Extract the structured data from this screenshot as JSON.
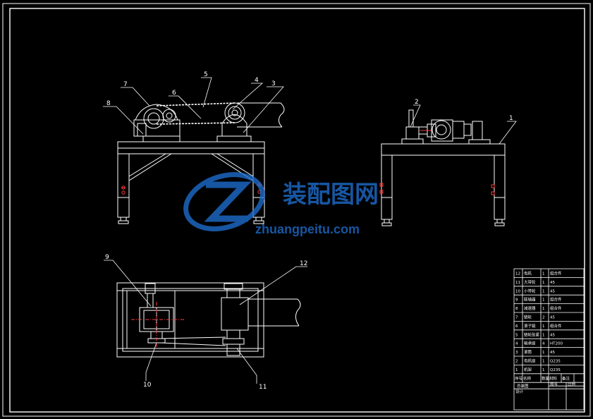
{
  "drawing": {
    "background_color": "#000000",
    "line_color": "#ffffff",
    "accent_color": "#ff3b3b",
    "balloons": {
      "b1": "1",
      "b2": "2",
      "b3": "3",
      "b4": "4",
      "b5": "5",
      "b6": "6",
      "b7": "7",
      "b8": "8",
      "b9": "9",
      "b10": "10",
      "b11": "11",
      "b12": "12"
    }
  },
  "watermark": {
    "text_cn": "装配图网",
    "text_en": "zhuangpeitu.com",
    "color": "#1e6fd0"
  },
  "title_block": {
    "rows": [
      {
        "no": "12",
        "name": "电机",
        "qty": "1",
        "material": "组合件"
      },
      {
        "no": "11",
        "name": "大带轮",
        "qty": "1",
        "material": "45"
      },
      {
        "no": "10",
        "name": "小带轮",
        "qty": "1",
        "material": "45"
      },
      {
        "no": "9",
        "name": "联轴器",
        "qty": "1",
        "material": "组合件"
      },
      {
        "no": "8",
        "name": "减速器",
        "qty": "1",
        "material": "组合件"
      },
      {
        "no": "7",
        "name": "链轮",
        "qty": "2",
        "material": "45"
      },
      {
        "no": "6",
        "name": "滚子链",
        "qty": "1",
        "material": "组合件"
      },
      {
        "no": "5",
        "name": "链轮张紧",
        "qty": "1",
        "material": "45"
      },
      {
        "no": "4",
        "name": "轴承座",
        "qty": "4",
        "material": "HT200"
      },
      {
        "no": "3",
        "name": "滚筒",
        "qty": "1",
        "material": "45"
      },
      {
        "no": "2",
        "name": "电机座",
        "qty": "1",
        "material": "Q235"
      },
      {
        "no": "1",
        "name": "机架",
        "qty": "1",
        "material": "Q235"
      }
    ],
    "header": [
      "序号",
      "名称",
      "数量",
      "材料",
      "备注"
    ],
    "footer_title": "总装图",
    "footer_left": "设计",
    "footer_mid": "图号",
    "footer_right": "比例"
  }
}
